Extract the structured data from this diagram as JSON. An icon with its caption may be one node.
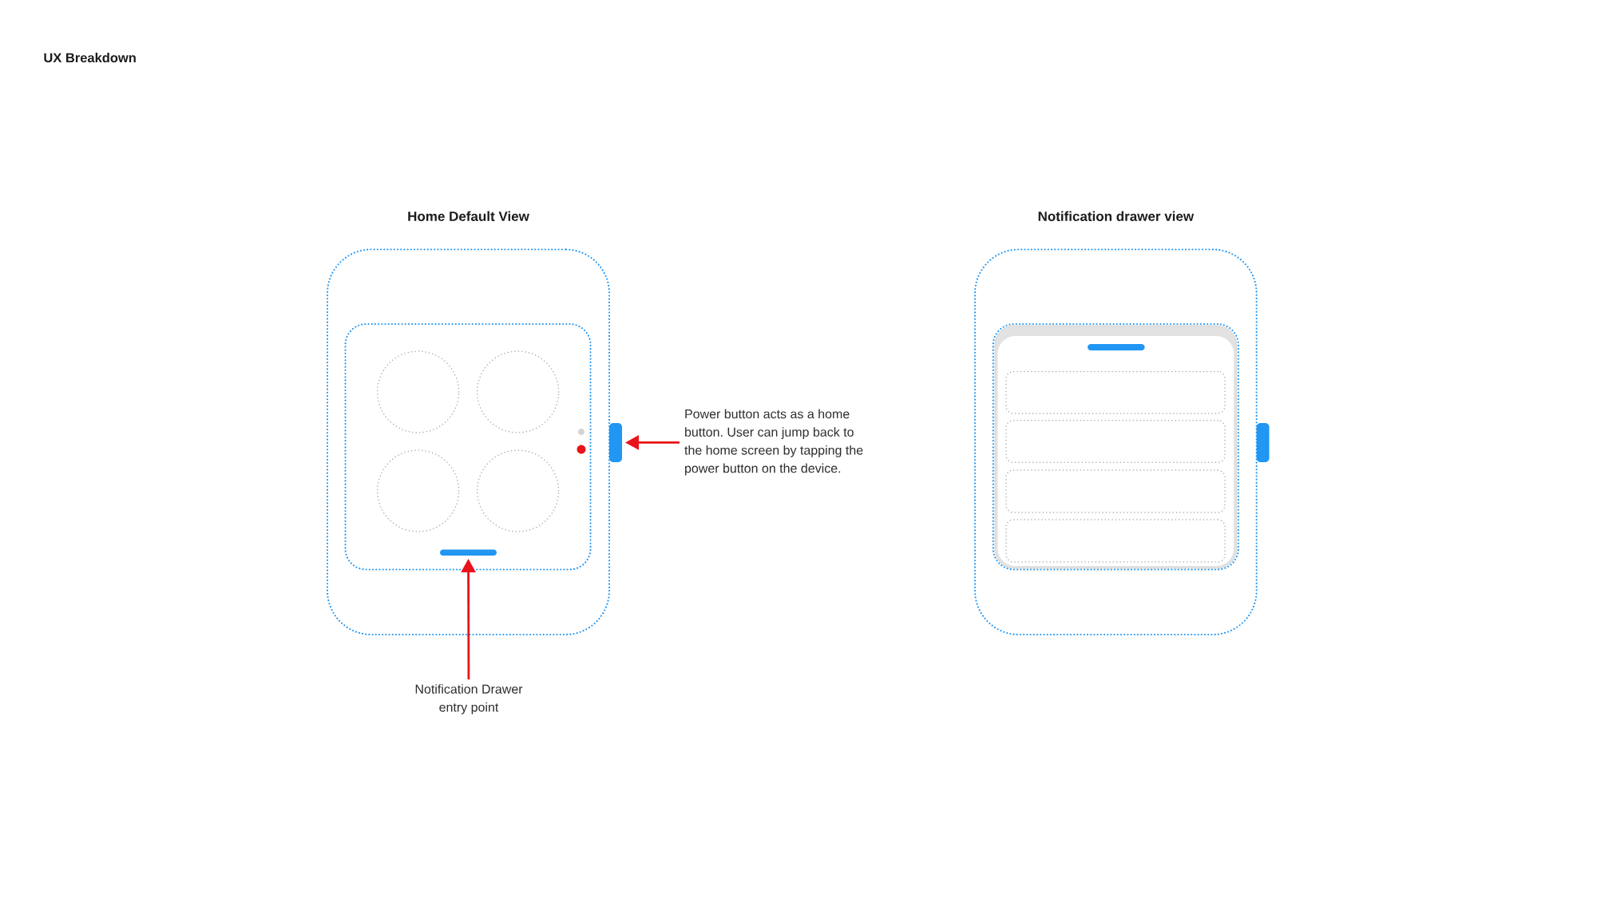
{
  "diagram": {
    "title": "UX Breakdown",
    "nodes": [
      {
        "text": [
          "Home Default View"
        ]
      },
      {
        "text": [],
        "shape": "box",
        "in": 0
      },
      {
        "text": [],
        "shape": "circle",
        "in": 1
      },
      {
        "text": [],
        "shape": "circle",
        "in": 1
      },
      {
        "text": [],
        "shape": "circle",
        "in": 1
      },
      {
        "text": [],
        "shape": "circle",
        "in": 1
      },
      {
        "text": [],
        "shape": "bar",
        "in": 1
      },
      {
        "text": [],
        "shape": "bar"
      },
      {
        "text": [
          "Power button acts as a home button. User can jump back to the home screen by tapping the power button on the device."
        ]
      },
      {
        "text": [
          "Notification Drawer entry point"
        ]
      },
      {
        "text": [
          "Notification drawer view"
        ]
      },
      {
        "text": [],
        "shape": "box",
        "in": 10
      },
      {
        "text": [],
        "shape": "box",
        "in": 11
      },
      {
        "text": [],
        "shape": "box",
        "in": 11
      },
      {
        "text": [],
        "shape": "box",
        "in": 11
      },
      {
        "text": [],
        "shape": "box",
        "in": 11
      }
    ],
    "edges": [
      {
        "from": 8,
        "to": 7,
        "arrow": "to"
      },
      {
        "from": 9,
        "to": 6,
        "arrow": "to"
      }
    ]
  }
}
